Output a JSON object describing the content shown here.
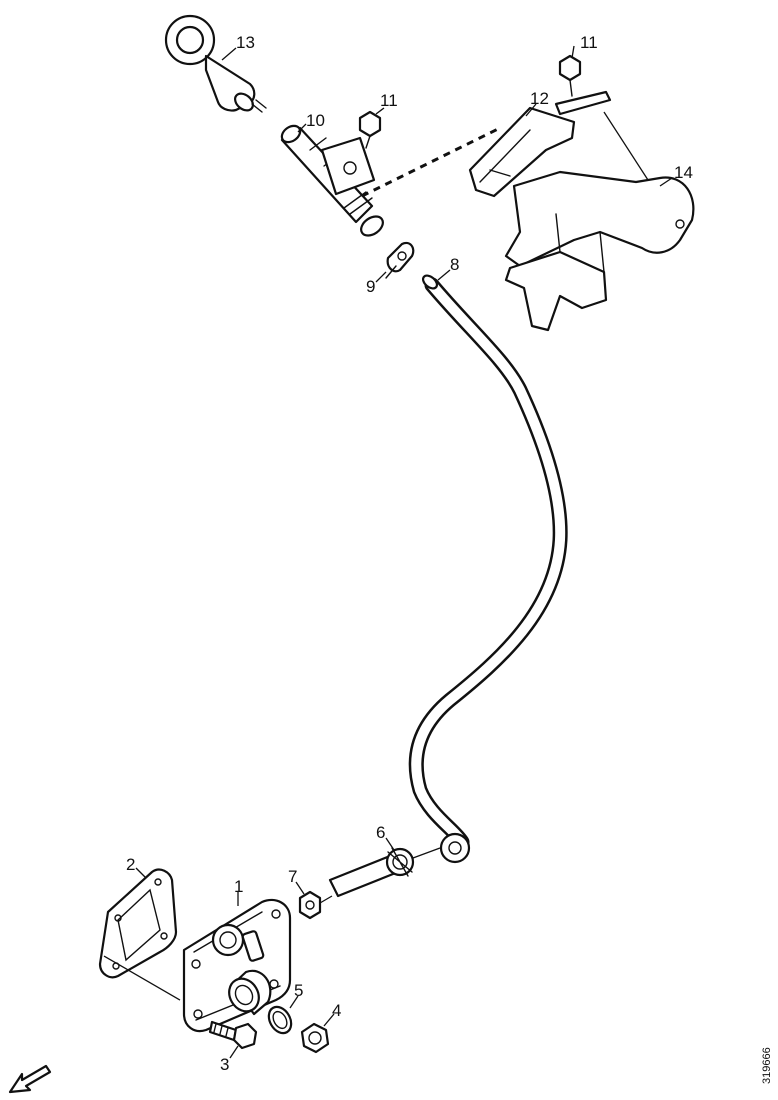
{
  "diagram": {
    "callouts": {
      "c1": "1",
      "c2": "2",
      "c3": "3",
      "c4": "4",
      "c5": "5",
      "c6": "6",
      "c7": "7",
      "c8": "8",
      "c9": "9",
      "c10": "10",
      "c11a": "11",
      "c11b": "11",
      "c12": "12",
      "c13": "13",
      "c14": "14"
    },
    "reference_code": "319666",
    "icons": {
      "direction": "arrow-icon"
    }
  }
}
